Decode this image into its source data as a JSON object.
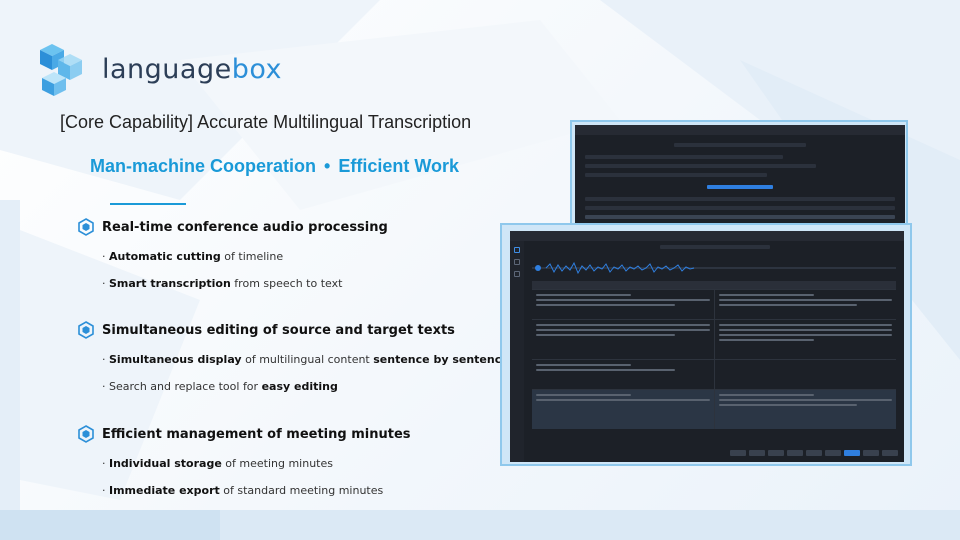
{
  "brand": {
    "prefix": "language",
    "suffix": "box",
    "accent_color": "#2c8fd8"
  },
  "headline": "[Core Capability]  Accurate Multilingual Transcription",
  "subhead": {
    "part1": "Man-machine Cooperation",
    "separator": "•",
    "part2": "Efficient Work",
    "color": "#1a9ad8"
  },
  "features": [
    {
      "title": "Real-time conference audio processing",
      "lines": [
        {
          "prefix": "· ",
          "bold": "Automatic cutting",
          "rest": " of timeline"
        },
        {
          "prefix": "· ",
          "bold": "Smart transcription",
          "rest": " from speech to text"
        }
      ]
    },
    {
      "title": "Simultaneous editing of source and target texts",
      "lines": [
        {
          "prefix": "· ",
          "bold": "Simultaneous display",
          "rest": " of multilingual content ",
          "bold2": "sentence by sentence"
        },
        {
          "prefix": "· Search and replace tool for ",
          "bold": "easy editing",
          "rest": ""
        }
      ]
    },
    {
      "title": "Efficient management of meeting minutes",
      "lines": [
        {
          "prefix": "· ",
          "bold": "Individual  storage",
          "rest": " of meeting minutes"
        },
        {
          "prefix": "· ",
          "bold": "Immediate export",
          "rest": " of standard meeting minutes"
        }
      ]
    }
  ],
  "icons": {
    "logo": "isometric-cubes-icon",
    "bullet": "hexagon-icon"
  }
}
